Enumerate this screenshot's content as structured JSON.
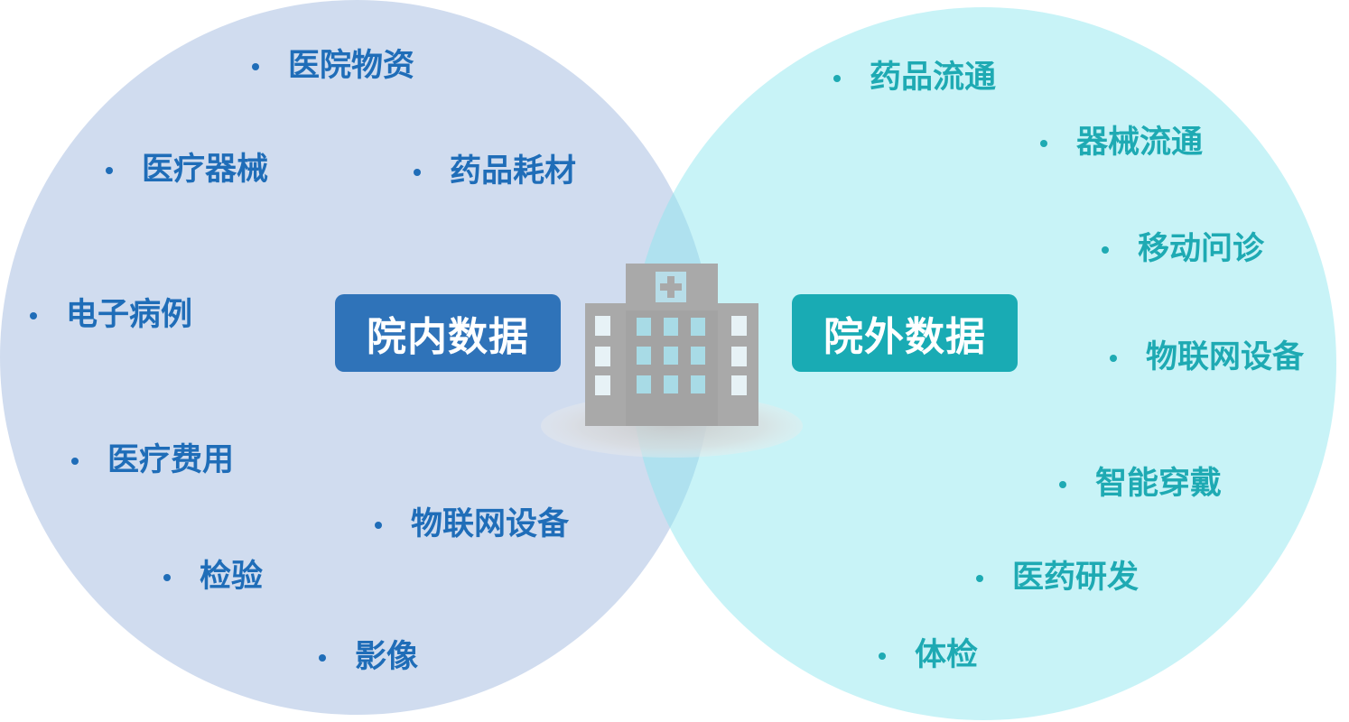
{
  "inner": {
    "title": "院内数据",
    "items": [
      "医院物资",
      "医疗器械",
      "药品耗材",
      "电子病例",
      "医疗费用",
      "物联网设备",
      "检验",
      "影像"
    ]
  },
  "outer": {
    "title": "院外数据",
    "items": [
      "药品流通",
      "器械流通",
      "移动问诊",
      "物联网设备",
      "智能穿戴",
      "医药研发",
      "体检"
    ]
  },
  "center_icon": "hospital-building-icon",
  "colors": {
    "inner_text": "#1f6db8",
    "inner_box": "#2f73b9",
    "outer_text": "#1eaab3",
    "outer_box": "#19abb4",
    "inner_circle": "#b9cce8",
    "outer_circle": "#8ce6ee"
  }
}
